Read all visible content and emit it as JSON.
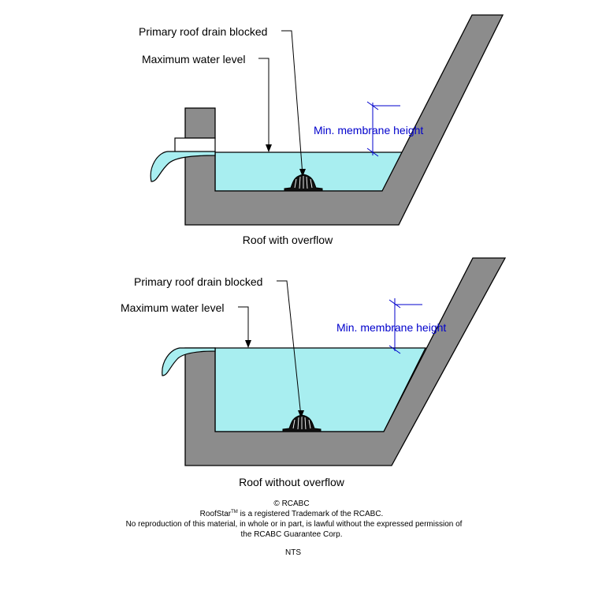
{
  "diagram_top": {
    "label_drain": "Primary roof drain blocked",
    "label_water": "Maximum water level",
    "label_membrane": "Min. membrane height",
    "caption": "Roof with overflow"
  },
  "diagram_bottom": {
    "label_drain": "Primary roof drain blocked",
    "label_water": "Maximum water level",
    "label_membrane": "Min. membrane height",
    "caption": "Roof without overflow"
  },
  "footer": {
    "copyright": "© RCABC",
    "trademark_pre": "RoofStar",
    "trademark_tm": "TM",
    "trademark_post": " is a registered Trademark of the RCABC.",
    "notice_line1": "No reproduction of this material, in whole or in part, is lawful without the expressed permission of",
    "notice_line2": "the RCABC Guarantee Corp.",
    "scale": "NTS"
  },
  "colors": {
    "roof": "#8c8c8c",
    "water": "#a8eef0",
    "dimension": "#0000cc",
    "drain": "#111111"
  }
}
